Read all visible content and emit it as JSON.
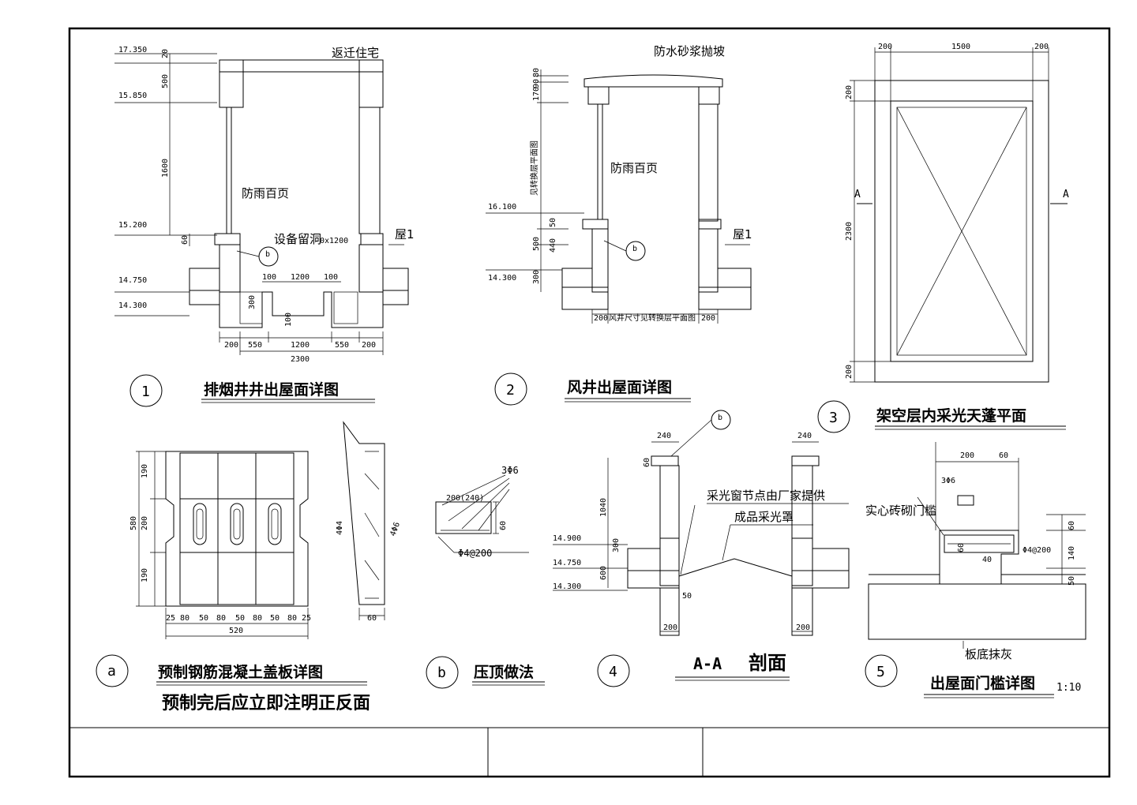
{
  "detail_1": {
    "number": "1",
    "title": "排烟井井出屋面详图",
    "top_label": "返迁住宅",
    "louver_label": "防雨百页",
    "opening_label": "设备留洞",
    "opening_size": "0x1200",
    "roof_label": "屋1",
    "callout": "b",
    "elevations": [
      "17.350",
      "15.850",
      "15.200",
      "14.750",
      "14.300"
    ],
    "vertical_dims": [
      "20",
      "500",
      "1600",
      "60",
      "300",
      "100"
    ],
    "top_dims": [
      "100",
      "1200",
      "100"
    ],
    "bottom_dims": [
      "200",
      "550",
      "1200",
      "550",
      "200"
    ],
    "total_dim": "2300"
  },
  "detail_2": {
    "number": "2",
    "title": "风井出屋面详图",
    "top_label": "防水砂浆抛坡",
    "louver_label": "防雨百页",
    "roof_label": "屋1",
    "callout": "b",
    "side_note": "见转换层平面图",
    "elevations": [
      "16.100",
      "14.300"
    ],
    "vertical_dims": [
      "80",
      "90",
      "170",
      "50",
      "500",
      "440",
      "300"
    ],
    "bottom_dims": [
      "200",
      "200"
    ],
    "bottom_note": "风井尺寸见转换层平面图"
  },
  "detail_3": {
    "number": "3",
    "title": "架空层内采光天蓬平面",
    "section_mark": "A",
    "top_dims": [
      "200",
      "1500",
      "200"
    ],
    "side_dims": [
      "200",
      "2300",
      "200"
    ]
  },
  "detail_a": {
    "letter": "a",
    "title": "预制钢筋混凝土盖板详图",
    "subtitle": "预制完后应立即注明正反面",
    "height_dims": [
      "190",
      "200",
      "190"
    ],
    "total_height": "580",
    "width_dims": [
      "25",
      "80",
      "50",
      "80",
      "50",
      "80",
      "50",
      "80",
      "25"
    ],
    "total_width": "520",
    "rebar_labels": [
      "4Φ4",
      "4Φ6"
    ],
    "thickness": "60"
  },
  "detail_b": {
    "letter": "b",
    "title": "压顶做法",
    "labels": [
      "3Φ6",
      "200(240)",
      "60",
      "Φ4@200"
    ]
  },
  "detail_4": {
    "number": "4",
    "title_a": "A-A",
    "title_b": "剖面",
    "callout": "b",
    "note_1": "采光窗节点由厂家提供",
    "note_2": "成品采光罩",
    "dims_top": [
      "240",
      "240"
    ],
    "dims_vertical": [
      "60",
      "1040",
      "300",
      "600"
    ],
    "elevations": [
      "14.900",
      "14.750",
      "14.300"
    ],
    "dims_bottom": [
      "200",
      "50",
      "200"
    ]
  },
  "detail_5": {
    "number": "5",
    "title": "出屋面门槛详图",
    "scale": "1:10",
    "label_wall": "实心砖砌门槛",
    "label_rebar": "3Φ6",
    "label_stirrup": "Φ4@200",
    "label_floor": "板底抹灰",
    "dims": [
      "200",
      "60",
      "60",
      "140",
      "50",
      "60",
      "40"
    ]
  },
  "title_block": {
    "cells": [
      "",
      "",
      ""
    ]
  }
}
